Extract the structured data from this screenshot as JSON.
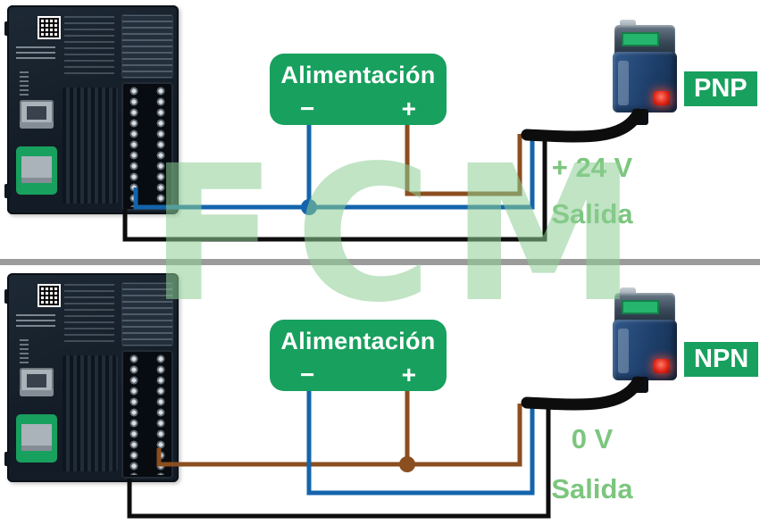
{
  "watermark": {
    "text": "FCM"
  },
  "colors": {
    "accent_green": "#18a05e",
    "label_green": "#7cc67e",
    "wire_blue": "#1464ac",
    "wire_brown": "#8a4e1f",
    "wire_black": "#0d0d0d",
    "divider_gray": "#9b9b9b"
  },
  "top_circuit": {
    "power_supply": {
      "title": "Alimentación",
      "minus_label": "−",
      "plus_label": "+"
    },
    "sensor_type_label": "PNP",
    "output_labels": {
      "line1": "+ 24 V",
      "line2": "Salida"
    }
  },
  "bottom_circuit": {
    "power_supply": {
      "title": "Alimentación",
      "minus_label": "−",
      "plus_label": "+"
    },
    "sensor_type_label": "NPN",
    "output_labels": {
      "line1": "0 V",
      "line2": "Salida"
    }
  }
}
